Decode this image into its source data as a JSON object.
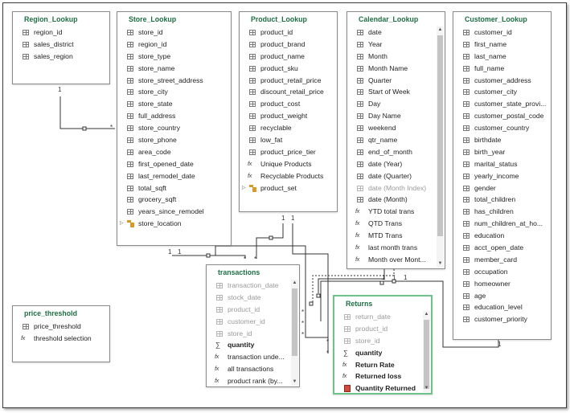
{
  "tables": {
    "region_lookup": {
      "title": "Region_Lookup",
      "fields": [
        "region_id",
        "sales_district",
        "sales_region"
      ]
    },
    "store_lookup": {
      "title": "Store_Lookup",
      "fields": [
        "store_id",
        "region_id",
        "store_type",
        "store_name",
        "store_street_address",
        "store_city",
        "store_state",
        "full_address",
        "store_country",
        "store_phone",
        "area_code",
        "first_opened_date",
        "last_remodel_date",
        "total_sqft",
        "grocery_sqft",
        "years_since_remodel"
      ],
      "hierarchy": "store_location"
    },
    "product_lookup": {
      "title": "Product_Lookup",
      "fields": [
        "product_id",
        "product_brand",
        "product_name",
        "product_sku",
        "product_retail_price",
        "discount_retail_price",
        "product_cost",
        "product_weight",
        "recyclable",
        "low_fat",
        "product_price_tier"
      ],
      "measures": [
        "Unique Products",
        "Recyclable Products"
      ],
      "hierarchy": "product_set"
    },
    "calendar_lookup": {
      "title": "Calendar_Lookup",
      "fields": [
        "date",
        "Year",
        "Month",
        "Month Name",
        "Quarter",
        "Start of Week",
        "Day",
        "Day Name",
        "weekend",
        "qtr_name",
        "end_of_month",
        "date (Year)",
        "date (Quarter)"
      ],
      "hidden_field": "date (Month Index)",
      "field_after": "date (Month)",
      "measures": [
        "YTD total trans",
        "QTD Trans",
        "MTD Trans",
        "last month trans",
        "Month over Mont..."
      ]
    },
    "customer_lookup": {
      "title": "Customer_Lookup",
      "fields": [
        "customer_id",
        "first_name",
        "last_name",
        "full_name",
        "customer_address",
        "customer_city",
        "customer_state_provi...",
        "customer_postal_code",
        "customer_country",
        "birthdate",
        "birth_year",
        "marital_status",
        "yearly_income",
        "gender",
        "total_children",
        "has_children",
        "num_children_at_ho...",
        "education",
        "acct_open_date",
        "member_card",
        "occupation",
        "homeowner",
        "age",
        "education_level",
        "customer_priority"
      ]
    },
    "transactions": {
      "title": "transactions",
      "hidden_fields": [
        "transaction_date",
        "stock_date",
        "product_id",
        "customer_id",
        "store_id"
      ],
      "sum_field": "quantity",
      "measures": [
        "transaction unde...",
        "all transactions",
        "product rank (by..."
      ]
    },
    "returns": {
      "title": "Returns",
      "hidden_fields": [
        "return_date",
        "product_id",
        "store_id"
      ],
      "sum_field": "quantity",
      "measures": [
        "Return Rate",
        "Returned loss"
      ],
      "calc_field": "Quantity Returned"
    },
    "price_threshold": {
      "title": "price_threshold",
      "fields": [
        "price_threshold"
      ],
      "measures": [
        "threshold selection"
      ]
    }
  },
  "cardinality": {
    "one": "1",
    "many": "*"
  },
  "scroll_arrows": {
    "up": "▲",
    "down": "▼"
  },
  "expand_arrow": "▷",
  "sum_symbol": "∑",
  "measure_symbol": "fx",
  "colors": {
    "title": "#1d6f42",
    "selected_border": "#6fc28b",
    "line": "#333333"
  }
}
